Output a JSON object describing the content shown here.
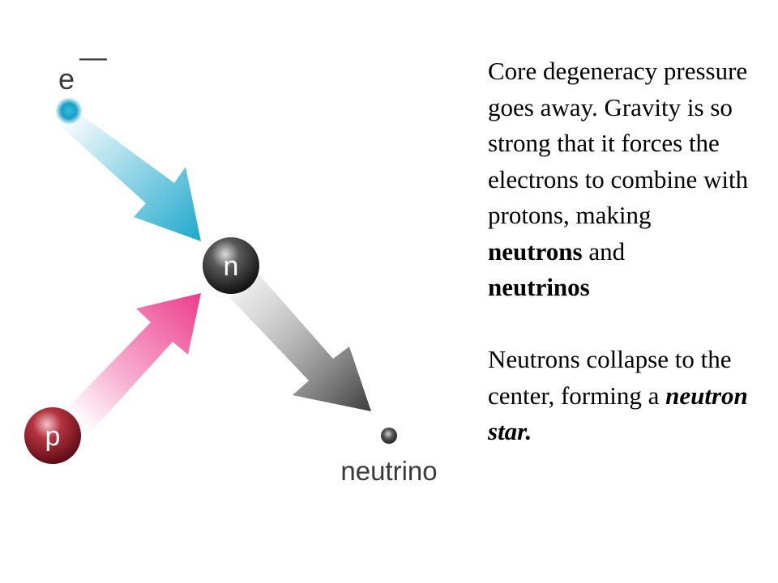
{
  "diagram": {
    "electron": {
      "label_base": "e",
      "label_superscript": "—"
    },
    "proton": {
      "label": "p"
    },
    "neutron": {
      "label": "n"
    },
    "neutrino": {
      "label": "neutrino"
    },
    "colors": {
      "electron_arrow": "#1fa8cc",
      "proton_arrow": "#ec3d8c",
      "neutrino_arrow": "#3c3c3c",
      "proton_ball": "#8a1420",
      "neutron_ball": "#2a2a2a"
    }
  },
  "text": {
    "paragraph1": {
      "plain": "Core degeneracy pressure goes away. Gravity is so strong that it forces the electrons to combine with protons, making",
      "bold1": "neutrons",
      "connector": "and",
      "bold2": "neutrinos"
    },
    "paragraph2": {
      "plain": "Neutrons collapse to the center, forming a",
      "emphasis": "neutron star."
    }
  }
}
